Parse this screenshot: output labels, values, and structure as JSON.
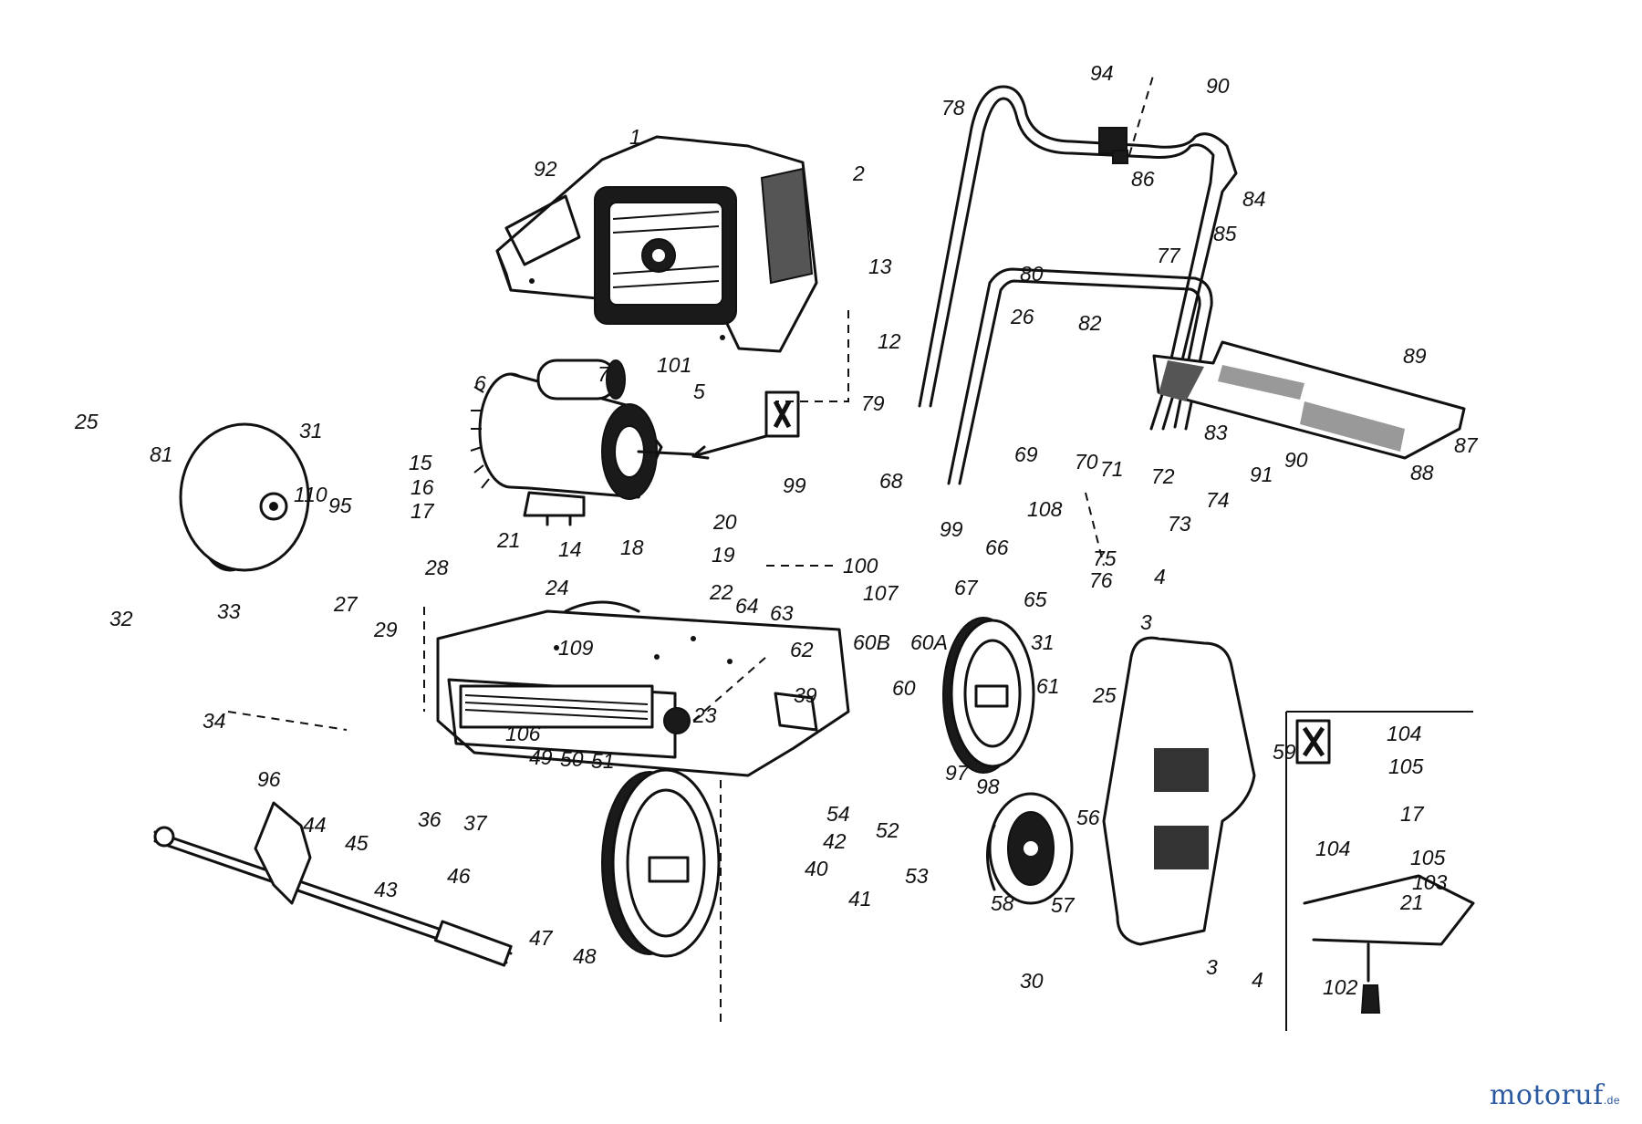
{
  "parts": [
    {
      "id": "p1",
      "label": "1"
    },
    {
      "id": "p2",
      "label": "2"
    },
    {
      "id": "p3a",
      "label": "3"
    },
    {
      "id": "p3b",
      "label": "3"
    },
    {
      "id": "p4a",
      "label": "4"
    },
    {
      "id": "p4b",
      "label": "4"
    },
    {
      "id": "p5",
      "label": "5"
    },
    {
      "id": "p6",
      "label": "6"
    },
    {
      "id": "p7",
      "label": "7"
    },
    {
      "id": "p12",
      "label": "12"
    },
    {
      "id": "p13",
      "label": "13"
    },
    {
      "id": "p14",
      "label": "14"
    },
    {
      "id": "p15",
      "label": "15"
    },
    {
      "id": "p16",
      "label": "16"
    },
    {
      "id": "p17a",
      "label": "17"
    },
    {
      "id": "p17b",
      "label": "17"
    },
    {
      "id": "p18",
      "label": "18"
    },
    {
      "id": "p19",
      "label": "19"
    },
    {
      "id": "p20",
      "label": "20"
    },
    {
      "id": "p21a",
      "label": "21"
    },
    {
      "id": "p21b",
      "label": "21"
    },
    {
      "id": "p22",
      "label": "22"
    },
    {
      "id": "p23",
      "label": "23"
    },
    {
      "id": "p24",
      "label": "24"
    },
    {
      "id": "p25a",
      "label": "25"
    },
    {
      "id": "p25b",
      "label": "25"
    },
    {
      "id": "p26",
      "label": "26"
    },
    {
      "id": "p27",
      "label": "27"
    },
    {
      "id": "p28",
      "label": "28"
    },
    {
      "id": "p29",
      "label": "29"
    },
    {
      "id": "p30",
      "label": "30"
    },
    {
      "id": "p31a",
      "label": "31"
    },
    {
      "id": "p31b",
      "label": "31"
    },
    {
      "id": "p32",
      "label": "32"
    },
    {
      "id": "p33",
      "label": "33"
    },
    {
      "id": "p34",
      "label": "34"
    },
    {
      "id": "p36",
      "label": "36"
    },
    {
      "id": "p37",
      "label": "37"
    },
    {
      "id": "p39",
      "label": "39"
    },
    {
      "id": "p40",
      "label": "40"
    },
    {
      "id": "p41",
      "label": "41"
    },
    {
      "id": "p42",
      "label": "42"
    },
    {
      "id": "p43",
      "label": "43"
    },
    {
      "id": "p44",
      "label": "44"
    },
    {
      "id": "p45",
      "label": "45"
    },
    {
      "id": "p46",
      "label": "46"
    },
    {
      "id": "p47",
      "label": "47"
    },
    {
      "id": "p48",
      "label": "48"
    },
    {
      "id": "p49",
      "label": "49"
    },
    {
      "id": "p50",
      "label": "50"
    },
    {
      "id": "p51",
      "label": "51"
    },
    {
      "id": "p52",
      "label": "52"
    },
    {
      "id": "p53",
      "label": "53"
    },
    {
      "id": "p54",
      "label": "54"
    },
    {
      "id": "p56",
      "label": "56"
    },
    {
      "id": "p57",
      "label": "57"
    },
    {
      "id": "p58",
      "label": "58"
    },
    {
      "id": "p59",
      "label": "59"
    },
    {
      "id": "p60",
      "label": "60"
    },
    {
      "id": "p60a",
      "label": "60A"
    },
    {
      "id": "p60b",
      "label": "60B"
    },
    {
      "id": "p61",
      "label": "61"
    },
    {
      "id": "p62",
      "label": "62"
    },
    {
      "id": "p63",
      "label": "63"
    },
    {
      "id": "p64",
      "label": "64"
    },
    {
      "id": "p65",
      "label": "65"
    },
    {
      "id": "p66",
      "label": "66"
    },
    {
      "id": "p67",
      "label": "67"
    },
    {
      "id": "p68",
      "label": "68"
    },
    {
      "id": "p69",
      "label": "69"
    },
    {
      "id": "p70",
      "label": "70"
    },
    {
      "id": "p71",
      "label": "71"
    },
    {
      "id": "p72",
      "label": "72"
    },
    {
      "id": "p73",
      "label": "73"
    },
    {
      "id": "p74",
      "label": "74"
    },
    {
      "id": "p75",
      "label": "75"
    },
    {
      "id": "p76",
      "label": "76"
    },
    {
      "id": "p77",
      "label": "77"
    },
    {
      "id": "p78",
      "label": "78"
    },
    {
      "id": "p79",
      "label": "79"
    },
    {
      "id": "p80",
      "label": "80"
    },
    {
      "id": "p81",
      "label": "81"
    },
    {
      "id": "p82",
      "label": "82"
    },
    {
      "id": "p83",
      "label": "83"
    },
    {
      "id": "p84",
      "label": "84"
    },
    {
      "id": "p85",
      "label": "85"
    },
    {
      "id": "p86",
      "label": "86"
    },
    {
      "id": "p87",
      "label": "87"
    },
    {
      "id": "p88",
      "label": "88"
    },
    {
      "id": "p89",
      "label": "89"
    },
    {
      "id": "p90a",
      "label": "90"
    },
    {
      "id": "p90b",
      "label": "90"
    },
    {
      "id": "p91",
      "label": "91"
    },
    {
      "id": "p92",
      "label": "92"
    },
    {
      "id": "p94",
      "label": "94"
    },
    {
      "id": "p95",
      "label": "95"
    },
    {
      "id": "p96",
      "label": "96"
    },
    {
      "id": "p97",
      "label": "97"
    },
    {
      "id": "p98",
      "label": "98"
    },
    {
      "id": "p99a",
      "label": "99"
    },
    {
      "id": "p99b",
      "label": "99"
    },
    {
      "id": "p100",
      "label": "100"
    },
    {
      "id": "p101",
      "label": "101"
    },
    {
      "id": "p102",
      "label": "102"
    },
    {
      "id": "p103",
      "label": "103"
    },
    {
      "id": "p104a",
      "label": "104"
    },
    {
      "id": "p104b",
      "label": "104"
    },
    {
      "id": "p105a",
      "label": "105"
    },
    {
      "id": "p105b",
      "label": "105"
    },
    {
      "id": "p106",
      "label": "106"
    },
    {
      "id": "p107",
      "label": "107"
    },
    {
      "id": "p108",
      "label": "108"
    },
    {
      "id": "p109",
      "label": "109"
    },
    {
      "id": "p110",
      "label": "110"
    }
  ],
  "logo": {
    "name": "motoruf",
    "tld": ".de"
  }
}
